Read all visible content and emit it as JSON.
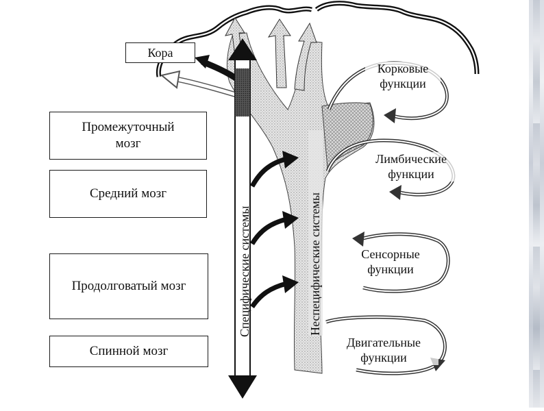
{
  "levels": {
    "cortex": "Кора",
    "diencephalon": "Промежуточный мозг",
    "midbrain": "Средний мозг",
    "medulla": "Продолговатый мозг",
    "spinal_cord": "Спинной мозг"
  },
  "systems": {
    "specific": "Специфические системы",
    "nonspecific": "Неспецифические системы"
  },
  "functions": {
    "cortical": "Корковые функции",
    "limbic": "Лимбические функции",
    "sensory": "Сенсорные функции",
    "motor": "Двигательные функции"
  }
}
